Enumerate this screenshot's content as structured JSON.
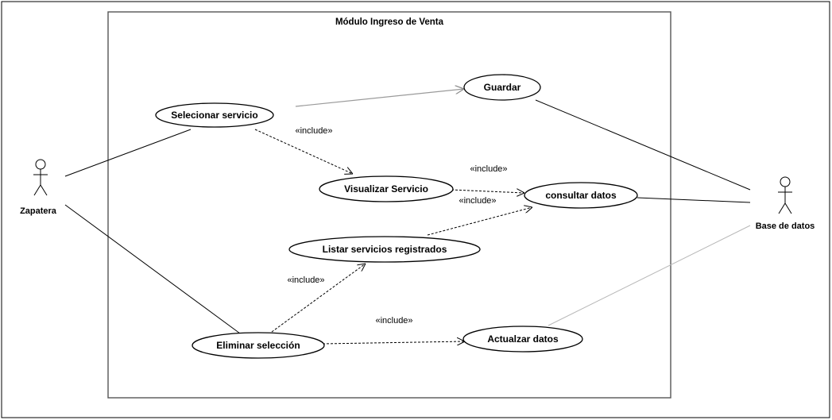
{
  "system": {
    "title": "Módulo Ingreso de Venta"
  },
  "actors": {
    "zapatera": "Zapatera",
    "base_datos": "Base de datos"
  },
  "use_cases": {
    "selecionar_servicio": "Selecionar servicio",
    "guardar": "Guardar",
    "visualizar_servicio": "Visualizar Servicio",
    "consultar_datos": "consultar datos",
    "listar_servicios": "Listar servicios registrados",
    "eliminar_seleccion": "Eliminar selección",
    "actualizar_datos": "Actualzar datos"
  },
  "stereotypes": {
    "include_1": "«include»",
    "include_2": "«include»",
    "include_3": "«include»",
    "include_4": "«include»",
    "include_5": "«include»"
  }
}
